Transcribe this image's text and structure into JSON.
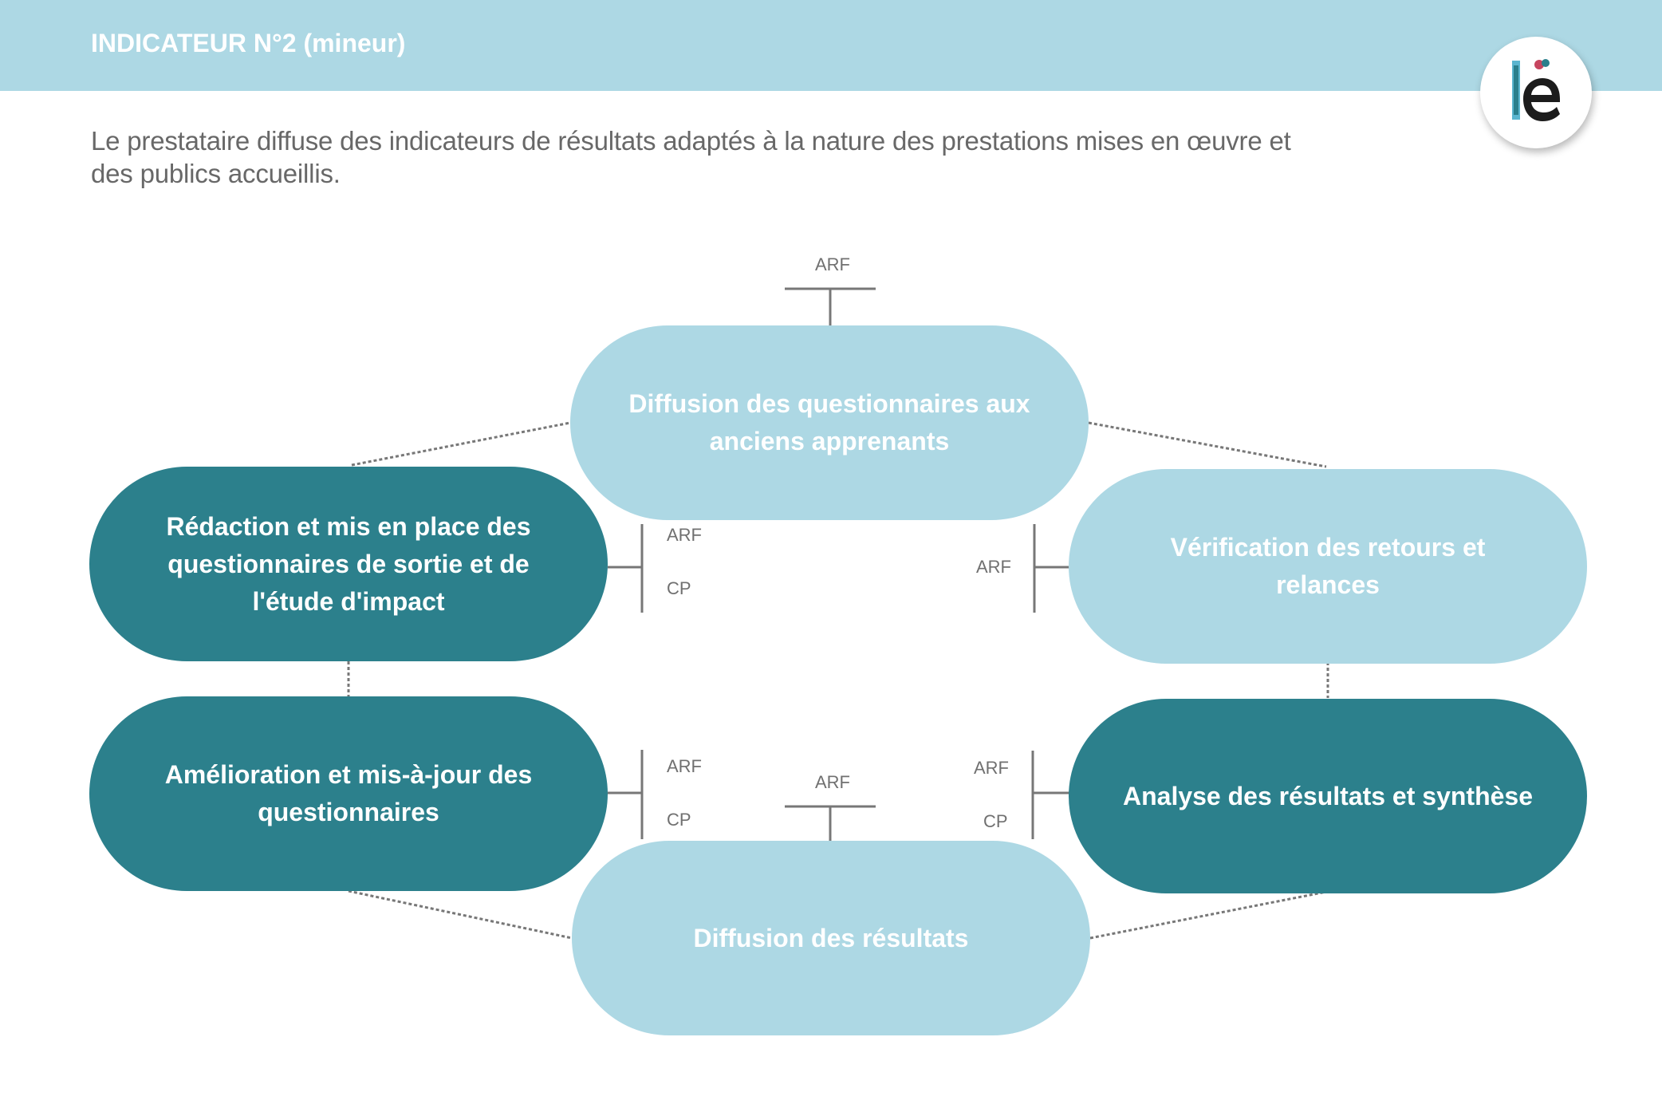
{
  "header": {
    "title": "INDICATEUR N°2 (mineur)",
    "band_color": "#add8e4"
  },
  "logo": {
    "icon": "le-logo-icon"
  },
  "intro": {
    "text": "Le prestataire diffuse des indicateurs de résultats adaptés à la nature des prestations mises en œuvre et des publics accueillis."
  },
  "colors": {
    "light_step": "#add8e4",
    "dark_step": "#2c808c",
    "connector": "#777777"
  },
  "steps": [
    {
      "label": "Diffusion des questionnaires aux anciens apprenants",
      "style": "light",
      "roles": [
        "ARF"
      ]
    },
    {
      "label": "Vérification des retours et relances",
      "style": "light",
      "roles": [
        "ARF"
      ]
    },
    {
      "label": "Analyse des résultats et synthèse",
      "style": "dark",
      "roles": [
        "ARF",
        "CP"
      ]
    },
    {
      "label": "Diffusion des résultats",
      "style": "light",
      "roles": [
        "ARF"
      ]
    },
    {
      "label": "Amélioration et mis-à-jour des questionnaires",
      "style": "dark",
      "roles": [
        "ARF",
        "CP"
      ]
    },
    {
      "label": "Rédaction et mis en place des questionnaires de sortie et de l'étude d'impact",
      "style": "dark",
      "roles": [
        "ARF",
        "CP"
      ]
    }
  ]
}
